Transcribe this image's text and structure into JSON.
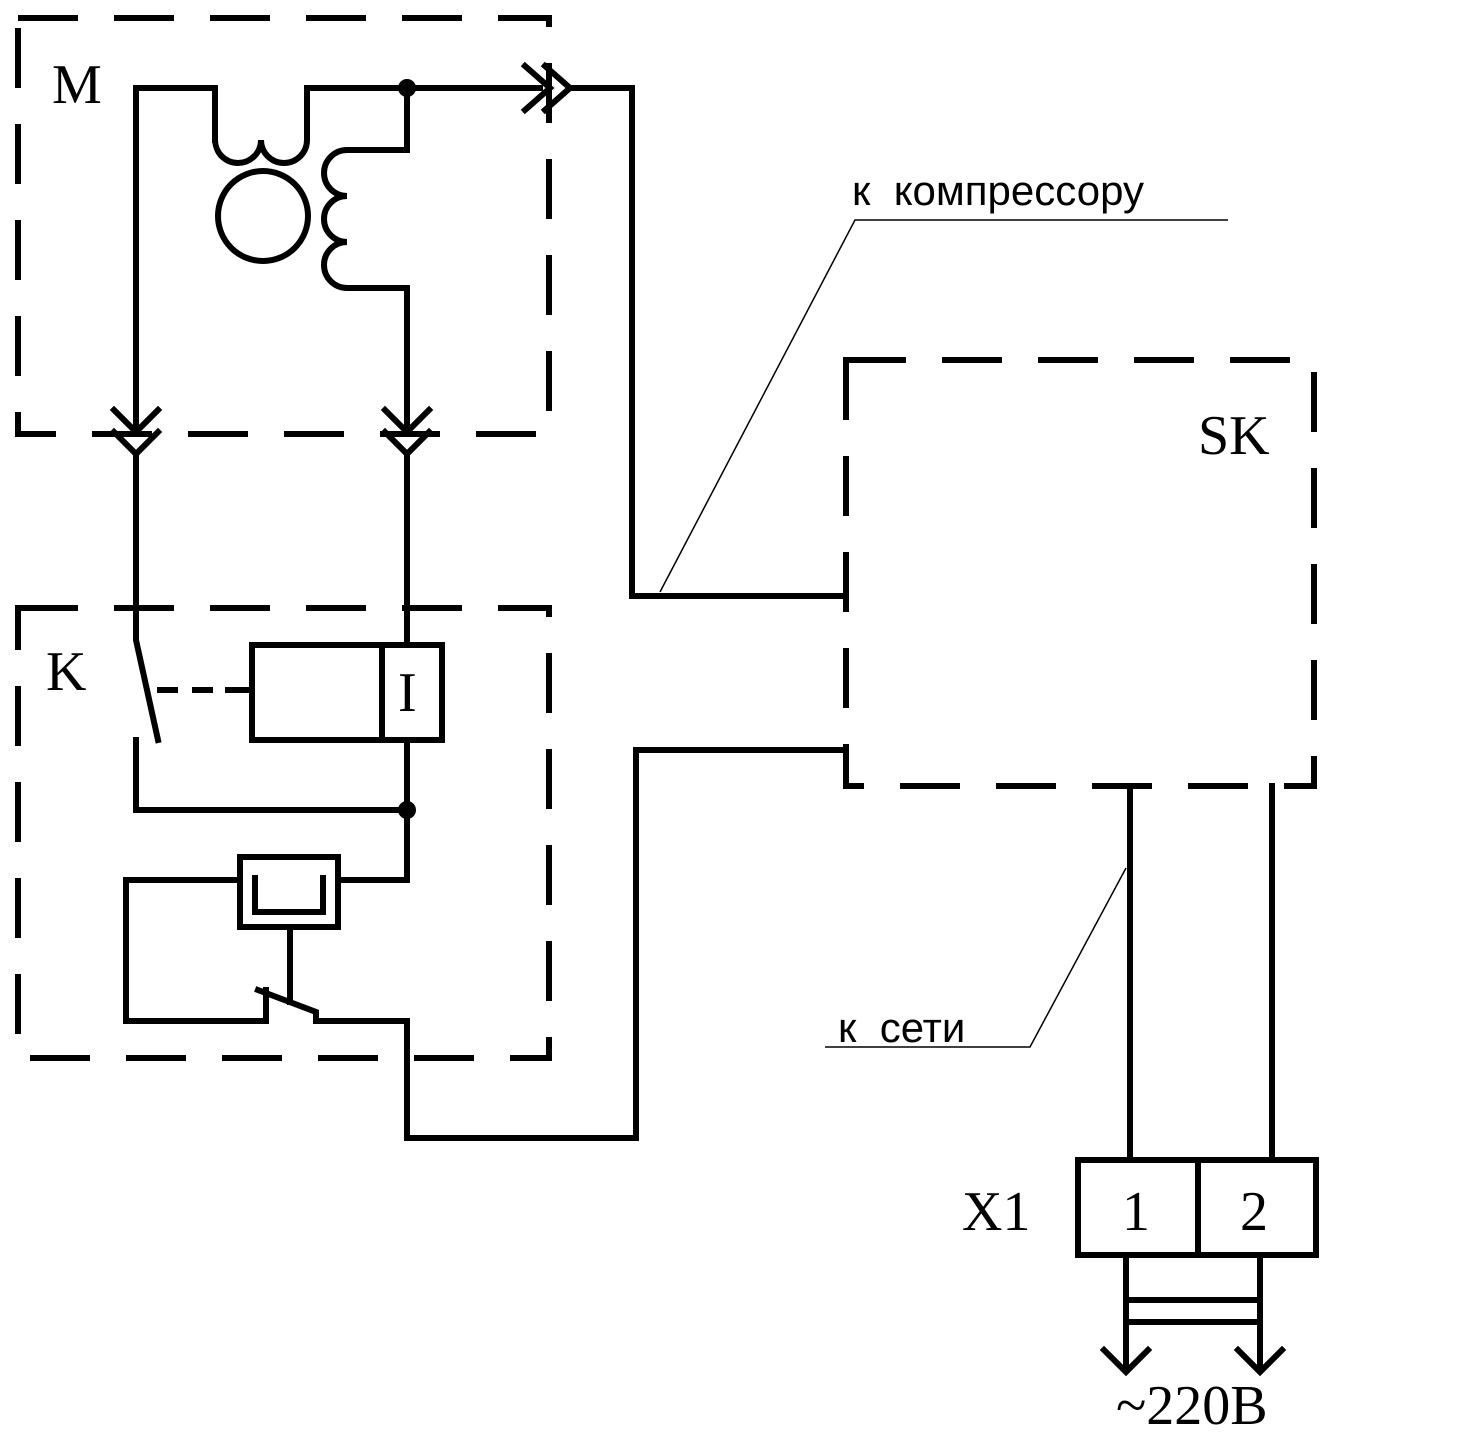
{
  "labels": {
    "motor": "M",
    "relay": "K",
    "relay_coil_marker": "I",
    "thermostat": "SK",
    "to_compressor": "к  компрессору",
    "to_mains": "к  сети",
    "connector": "X1",
    "pin_1": "1",
    "pin_2": "2",
    "voltage": "~220В"
  }
}
